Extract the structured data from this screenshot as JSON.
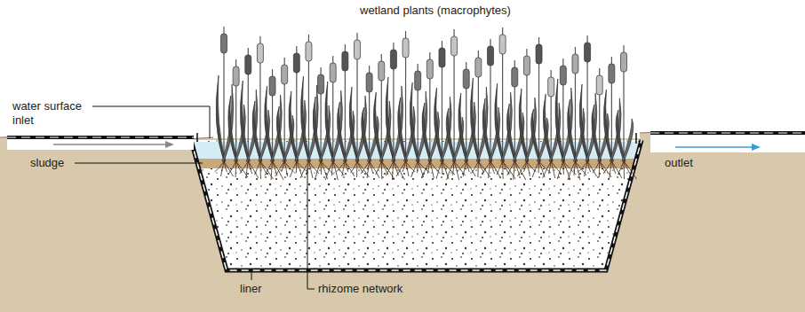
{
  "diagram": {
    "labels": [
      "wetland plants (macrophytes)",
      "water surface",
      "inlet",
      "sludge",
      "outlet",
      "liner",
      "rhizome network"
    ]
  }
}
